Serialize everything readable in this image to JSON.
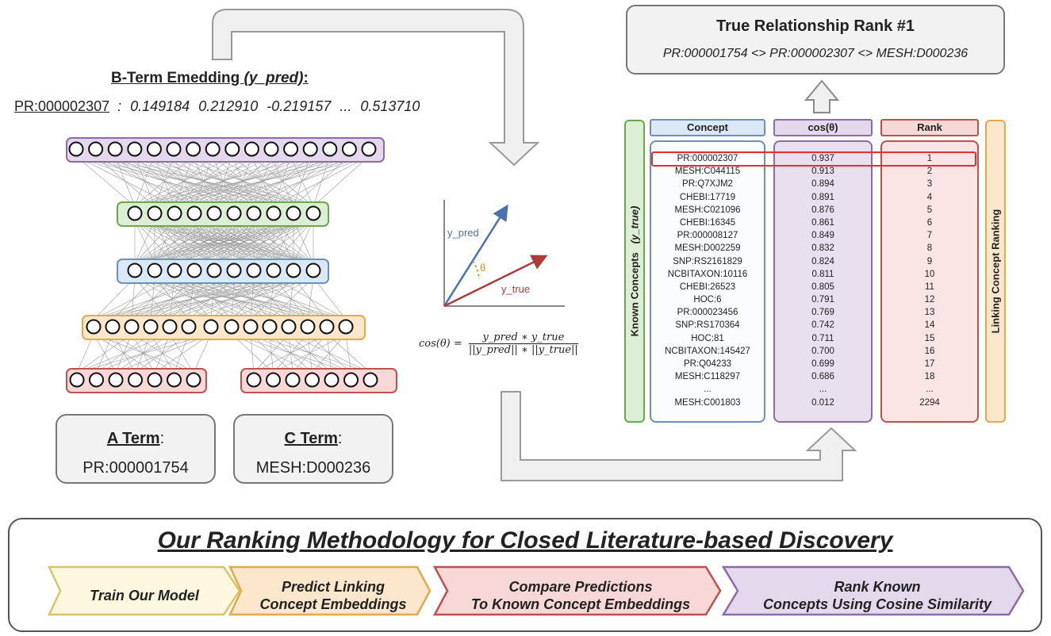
{
  "bterm": {
    "title_prefix": "B-Term Emedding ",
    "title_var": "(y_pred)",
    "title_suffix": ":",
    "id": "PR:000002307",
    "values": ":   0.149184   0.212910   -0.219157   ... 0.513710"
  },
  "a_term": {
    "label": "A Term",
    "colon": ":",
    "value": "PR:000001754"
  },
  "c_term": {
    "label": "C Term",
    "colon": ":",
    "value": "MESH:D000236"
  },
  "vector_plot": {
    "y_pred_label": "y_pred",
    "y_true_label": "y_true",
    "angle_label": "θ"
  },
  "formula": {
    "lhs": "cos(θ) =",
    "numerator": "y_pred ∗ y_true",
    "denominator": "||y_pred|| ∗ ||y_true||"
  },
  "true_rank": {
    "title": "True Relationship Rank #1",
    "path": "PR:000001754 <> PR:000002307 <> MESH:D000236"
  },
  "table": {
    "known_concepts_label": "Known Concepts",
    "known_concepts_var": "(y_true)",
    "ranking_label": "Linking Concept Ranking",
    "headers": {
      "concept": "Concept",
      "cos": "cos(θ)",
      "rank": "Rank"
    },
    "rows": [
      [
        "PR:000002307",
        "0.937",
        "1"
      ],
      [
        "MESH:C044115",
        "0.913",
        "2"
      ],
      [
        "PR:Q7XJM2",
        "0.894",
        "3"
      ],
      [
        "CHEBI:17719",
        "0.891",
        "4"
      ],
      [
        "MESH:C021096",
        "0.876",
        "5"
      ],
      [
        "CHEBI:16345",
        "0.861",
        "6"
      ],
      [
        "PR:000008127",
        "0.849",
        "7"
      ],
      [
        "MESH:D002259",
        "0.832",
        "8"
      ],
      [
        "SNP:RS2161829",
        "0.824",
        "9"
      ],
      [
        "NCBITAXON:10116",
        "0.811",
        "10"
      ],
      [
        "CHEBI:26523",
        "0.805",
        "11"
      ],
      [
        "HOC:6",
        "0.791",
        "12"
      ],
      [
        "PR:000023456",
        "0.769",
        "13"
      ],
      [
        "SNP:RS170364",
        "0.742",
        "14"
      ],
      [
        "HOC:81",
        "0.711",
        "15"
      ],
      [
        "NCBITAXON:145427",
        "0.700",
        "16"
      ],
      [
        "PR:Q04233",
        "0.699",
        "17"
      ],
      [
        "MESH:C118297",
        "0.686",
        "18"
      ],
      [
        "...",
        "...",
        "..."
      ],
      [
        "MESH:C001803",
        "0.012",
        "2294"
      ]
    ]
  },
  "methodology": {
    "title": "Our Ranking Methodology for Closed Literature-based Discovery",
    "steps": [
      {
        "line1": "Train Our Model",
        "line2": ""
      },
      {
        "line1": "Predict Linking",
        "line2": "Concept Embeddings"
      },
      {
        "line1": "Compare Predictions",
        "line2": "To Known Concept Embeddings"
      },
      {
        "line1": "Rank Known",
        "line2": "Concepts Using Cosine Similarity"
      }
    ]
  },
  "colors": {
    "purple_fill": "#e4d9ec",
    "purple_stroke": "#8e6aa8",
    "green_fill": "#dcefd4",
    "green_stroke": "#6aa84f",
    "blue_fill": "#dbe8f7",
    "blue_stroke": "#6d8fc0",
    "orange_fill": "#fde7cc",
    "orange_stroke": "#e4a84a",
    "red_fill": "#f8d7d7",
    "red_stroke": "#c0504d",
    "yellow_fill": "#fdf7df",
    "yellow_stroke": "#d9c46a",
    "highlight": "#e03030"
  }
}
